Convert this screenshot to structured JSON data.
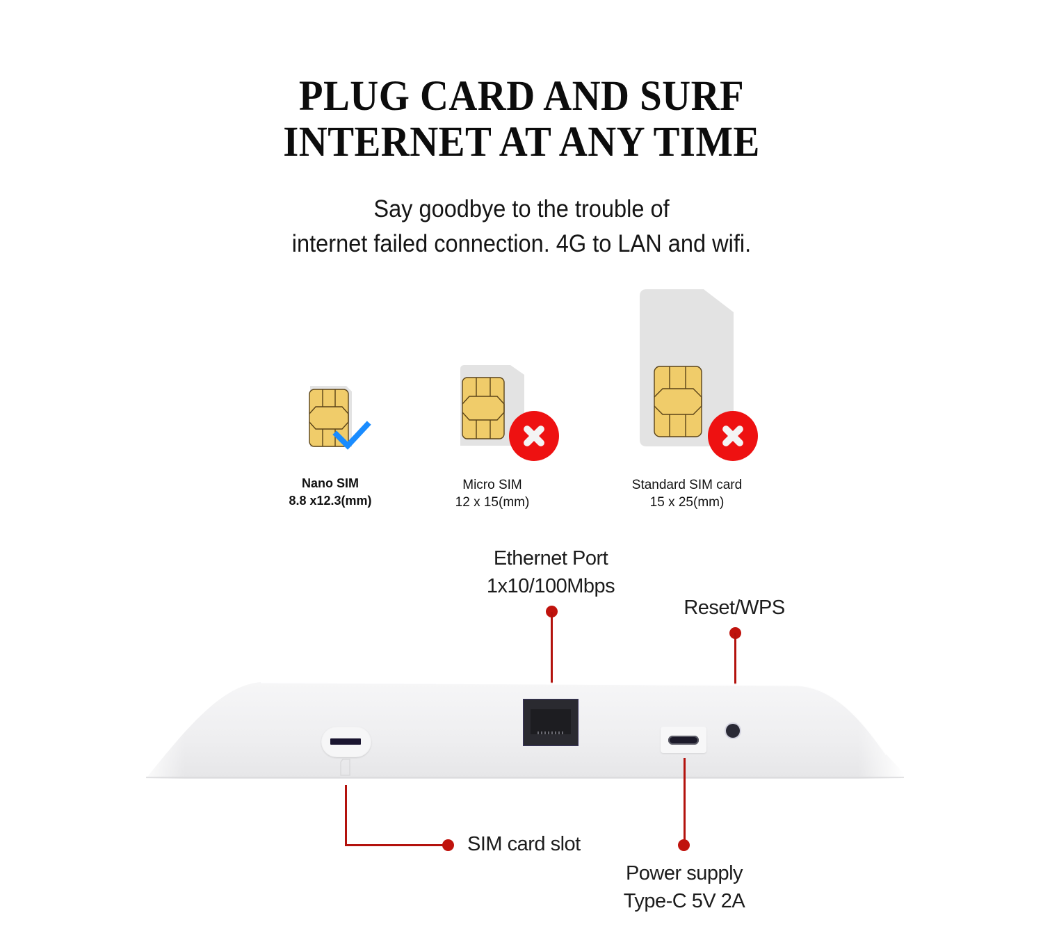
{
  "headline": {
    "line1": "PLUG CARD AND SURF",
    "line2": "INTERNET AT ANY TIME"
  },
  "subheadline": {
    "line1": "Say goodbye to the trouble of",
    "line2": "internet failed connection. 4G to LAN and wifi."
  },
  "sim_cards": [
    {
      "name": "Nano SIM",
      "size": "8.8 x12.3(mm)",
      "supported": true,
      "status_icon": "checkmark-icon"
    },
    {
      "name": "Micro SIM",
      "size": "12 x 15(mm)",
      "supported": false,
      "status_icon": "x-circle-icon"
    },
    {
      "name": "Standard SIM card",
      "size": "15 x 25(mm)",
      "supported": false,
      "status_icon": "x-circle-icon"
    }
  ],
  "callouts": {
    "ethernet": {
      "line1": "Ethernet Port",
      "line2": "1x10/100Mbps"
    },
    "reset": {
      "line1": "Reset/WPS"
    },
    "sim_slot": {
      "line1": "SIM card slot"
    },
    "power": {
      "line1": "Power supply",
      "line2": "Type-C 5V 2A"
    }
  },
  "colors": {
    "accent_red": "#b3120d",
    "check_blue": "#1a8cff",
    "error_red": "#ee1111",
    "chip_gold": "#f0cc6a"
  }
}
